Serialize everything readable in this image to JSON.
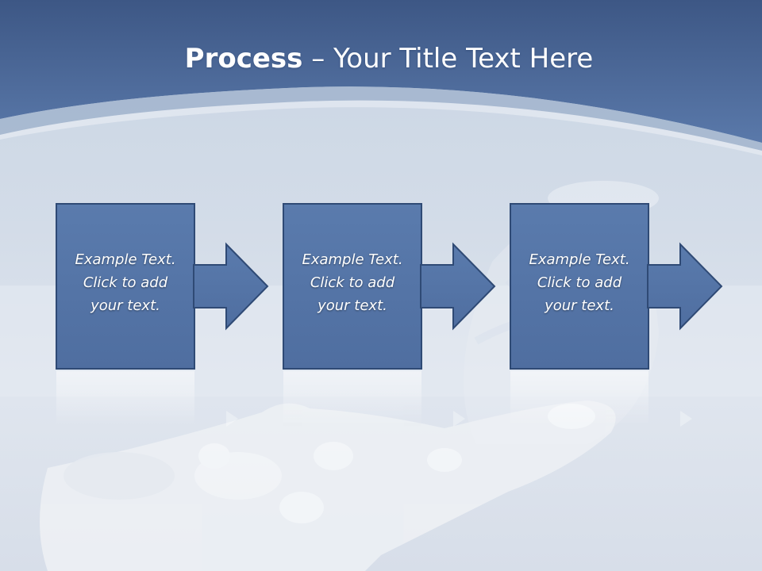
{
  "title": {
    "bold_part": "Process",
    "separator": " – ",
    "regular_part": "Your Title Text Here"
  },
  "steps": [
    {
      "line1": "Example Text.",
      "line2": "Click  to add",
      "line3": "your text."
    },
    {
      "line1": "Example Text.",
      "line2": "Click  to add",
      "line3": "your text."
    },
    {
      "line1": "Example Text.",
      "line2": "Click  to add",
      "line3": "your text."
    }
  ],
  "colors": {
    "header_band": "#4a6897",
    "shape_fill": "#5677a8",
    "shape_stroke": "#2f4a75",
    "background": "#d3dce8"
  }
}
